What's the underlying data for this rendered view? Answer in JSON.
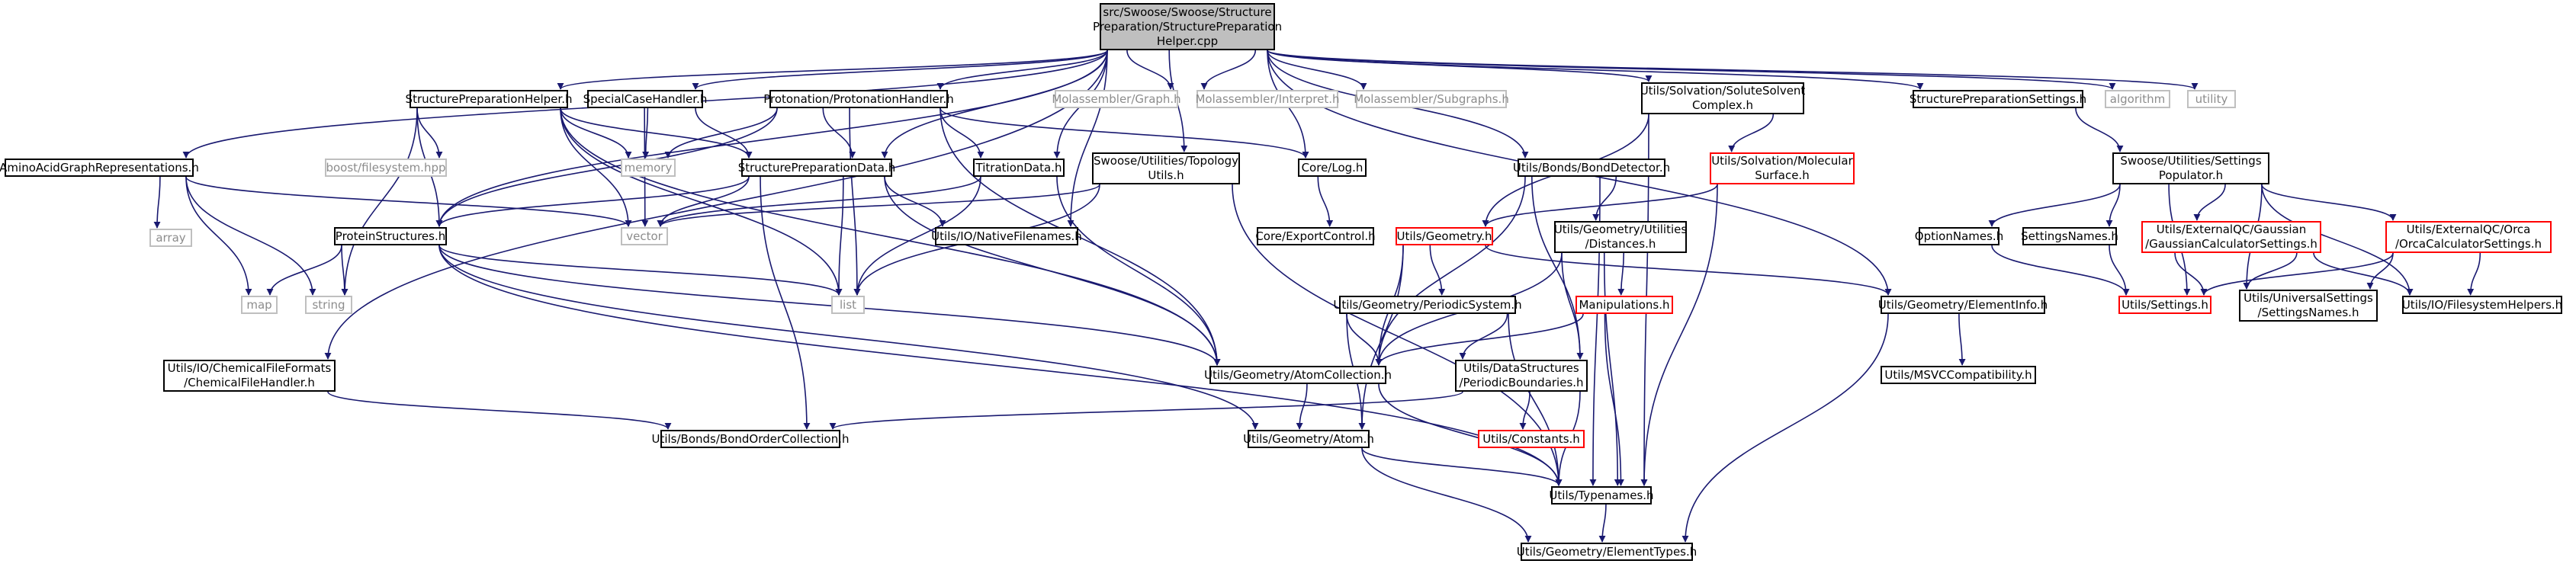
{
  "graph": {
    "nodes": {
      "root": [
        "src/Swoose/Swoose/Structure",
        "Preparation/StructurePreparation",
        "Helper.cpp"
      ],
      "aagr": [
        "AminoAcidGraphRepresentations.h"
      ],
      "sph": [
        "StructurePreparationHelper.h"
      ],
      "sch": [
        "SpecialCaseHandler.h"
      ],
      "proth": [
        "Protonation/ProtonationHandler.h"
      ],
      "molgraph": [
        "Molassembler/Graph.h"
      ],
      "molinterp": [
        "Molassembler/Interpret.h"
      ],
      "molsub": [
        "Molassembler/Subgraphs.h"
      ],
      "solsolv": [
        "Utils/Solvation/SoluteSolvent",
        "Complex.h"
      ],
      "sps": [
        "StructurePreparationSettings.h"
      ],
      "algorithm": [
        "algorithm"
      ],
      "utility": [
        "utility"
      ],
      "boostfs": [
        "boost/filesystem.hpp"
      ],
      "memory": [
        "memory"
      ],
      "spd": [
        "StructurePreparationData.h"
      ],
      "titration": [
        "TitrationData.h"
      ],
      "topo": [
        "Swoose/Utilities/Topology",
        "Utils.h"
      ],
      "corelog": [
        "Core/Log.h"
      ],
      "bonddet": [
        "Utils/Bonds/BondDetector.h"
      ],
      "molsurf": [
        "Utils/Solvation/Molecular",
        "Surface.h"
      ],
      "settpop": [
        "Swoose/Utilities/Settings",
        "Populator.h"
      ],
      "array": [
        "array"
      ],
      "vector": [
        "vector"
      ],
      "protstruct": [
        "ProteinStructures.h"
      ],
      "nativefn": [
        "Utils/IO/NativeFilenames.h"
      ],
      "coreexp": [
        "Core/ExportControl.h"
      ],
      "geometry": [
        "Utils/Geometry.h"
      ],
      "distances": [
        "Utils/Geometry/Utilities",
        "/Distances.h"
      ],
      "optnames": [
        "OptionNames.h"
      ],
      "setnames": [
        "SettingsNames.h"
      ],
      "gausscalc": [
        "Utils/ExternalQC/Gaussian",
        "/GaussianCalculatorSettings.h"
      ],
      "orcacalc": [
        "Utils/ExternalQC/Orca",
        "/OrcaCalculatorSettings.h"
      ],
      "map": [
        "map"
      ],
      "string": [
        "string"
      ],
      "list": [
        "list"
      ],
      "pse": [
        "Utils/Geometry/PeriodicSystem.h"
      ],
      "manip": [
        "Manipulations.h"
      ],
      "eleminfo": [
        "Utils/Geometry/ElementInfo.h"
      ],
      "settings": [
        "Utils/Settings.h"
      ],
      "univset": [
        "Utils/UniversalSettings",
        "/SettingsNames.h"
      ],
      "fshelp": [
        "Utils/IO/FilesystemHelpers.h"
      ],
      "chemfile": [
        "Utils/IO/ChemicalFileFormats",
        "/ChemicalFileHandler.h"
      ],
      "atomcoll": [
        "Utils/Geometry/AtomCollection.h"
      ],
      "periodic": [
        "Utils/DataStructures",
        "/PeriodicBoundaries.h"
      ],
      "msvc": [
        "Utils/MSVCCompatibility.h"
      ],
      "constants": [
        "Utils/Constants.h"
      ],
      "bondorder": [
        "Utils/Bonds/BondOrderCollection.h"
      ],
      "atom": [
        "Utils/Geometry/Atom.h"
      ],
      "typenames": [
        "Utils/Typenames.h"
      ],
      "elemtypes": [
        "Utils/Geometry/ElementTypes.h"
      ]
    },
    "colors": {
      "edge": "#191970",
      "node_border": "#000000",
      "external_border": "#bfbfbf",
      "external_text": "#8c8c8c",
      "incomplete_border": "#ff0000",
      "root_fill": "#bfbfbf"
    }
  }
}
